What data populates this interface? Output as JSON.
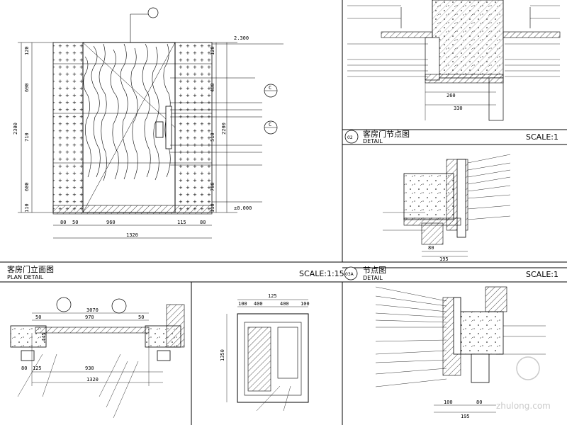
{
  "panels": {
    "elevation": {
      "title": "客房门立面图",
      "subtitle": "PLAN DETAIL",
      "scale": "SCALE:1:15",
      "dims_bottom": [
        "80",
        "50",
        "960",
        "115",
        "80"
      ],
      "dim_total": "1320",
      "dims_left": [
        "2300",
        "120",
        "690",
        "710",
        "600",
        "110"
      ],
      "dims_right": [
        "120",
        "480",
        "510",
        "2200",
        "700",
        "110"
      ],
      "level_top": "2.300",
      "level_bottom": "±0.000",
      "tags": [
        "C",
        "C"
      ]
    },
    "detail02": {
      "number": "02",
      "title": "客房门节点图",
      "subtitle": "DETAIL",
      "scale": "SCALE:1",
      "dims": [
        "260",
        "330",
        "195",
        "80"
      ]
    },
    "detail03": {
      "number": "03A",
      "title": "节点图",
      "subtitle": "DETAIL",
      "scale": "SCALE:1",
      "dims": [
        "100",
        "80",
        "195"
      ]
    },
    "plan": {
      "dims_top": [
        "3070",
        "50",
        "970",
        "50"
      ],
      "dims_bottom": [
        "80",
        "125",
        "930",
        "1320"
      ],
      "small": "445"
    },
    "door_small": {
      "dims_top": [
        "125",
        "100",
        "400",
        "400",
        "100"
      ],
      "side": "1350"
    }
  },
  "watermark": "zhulong.com"
}
